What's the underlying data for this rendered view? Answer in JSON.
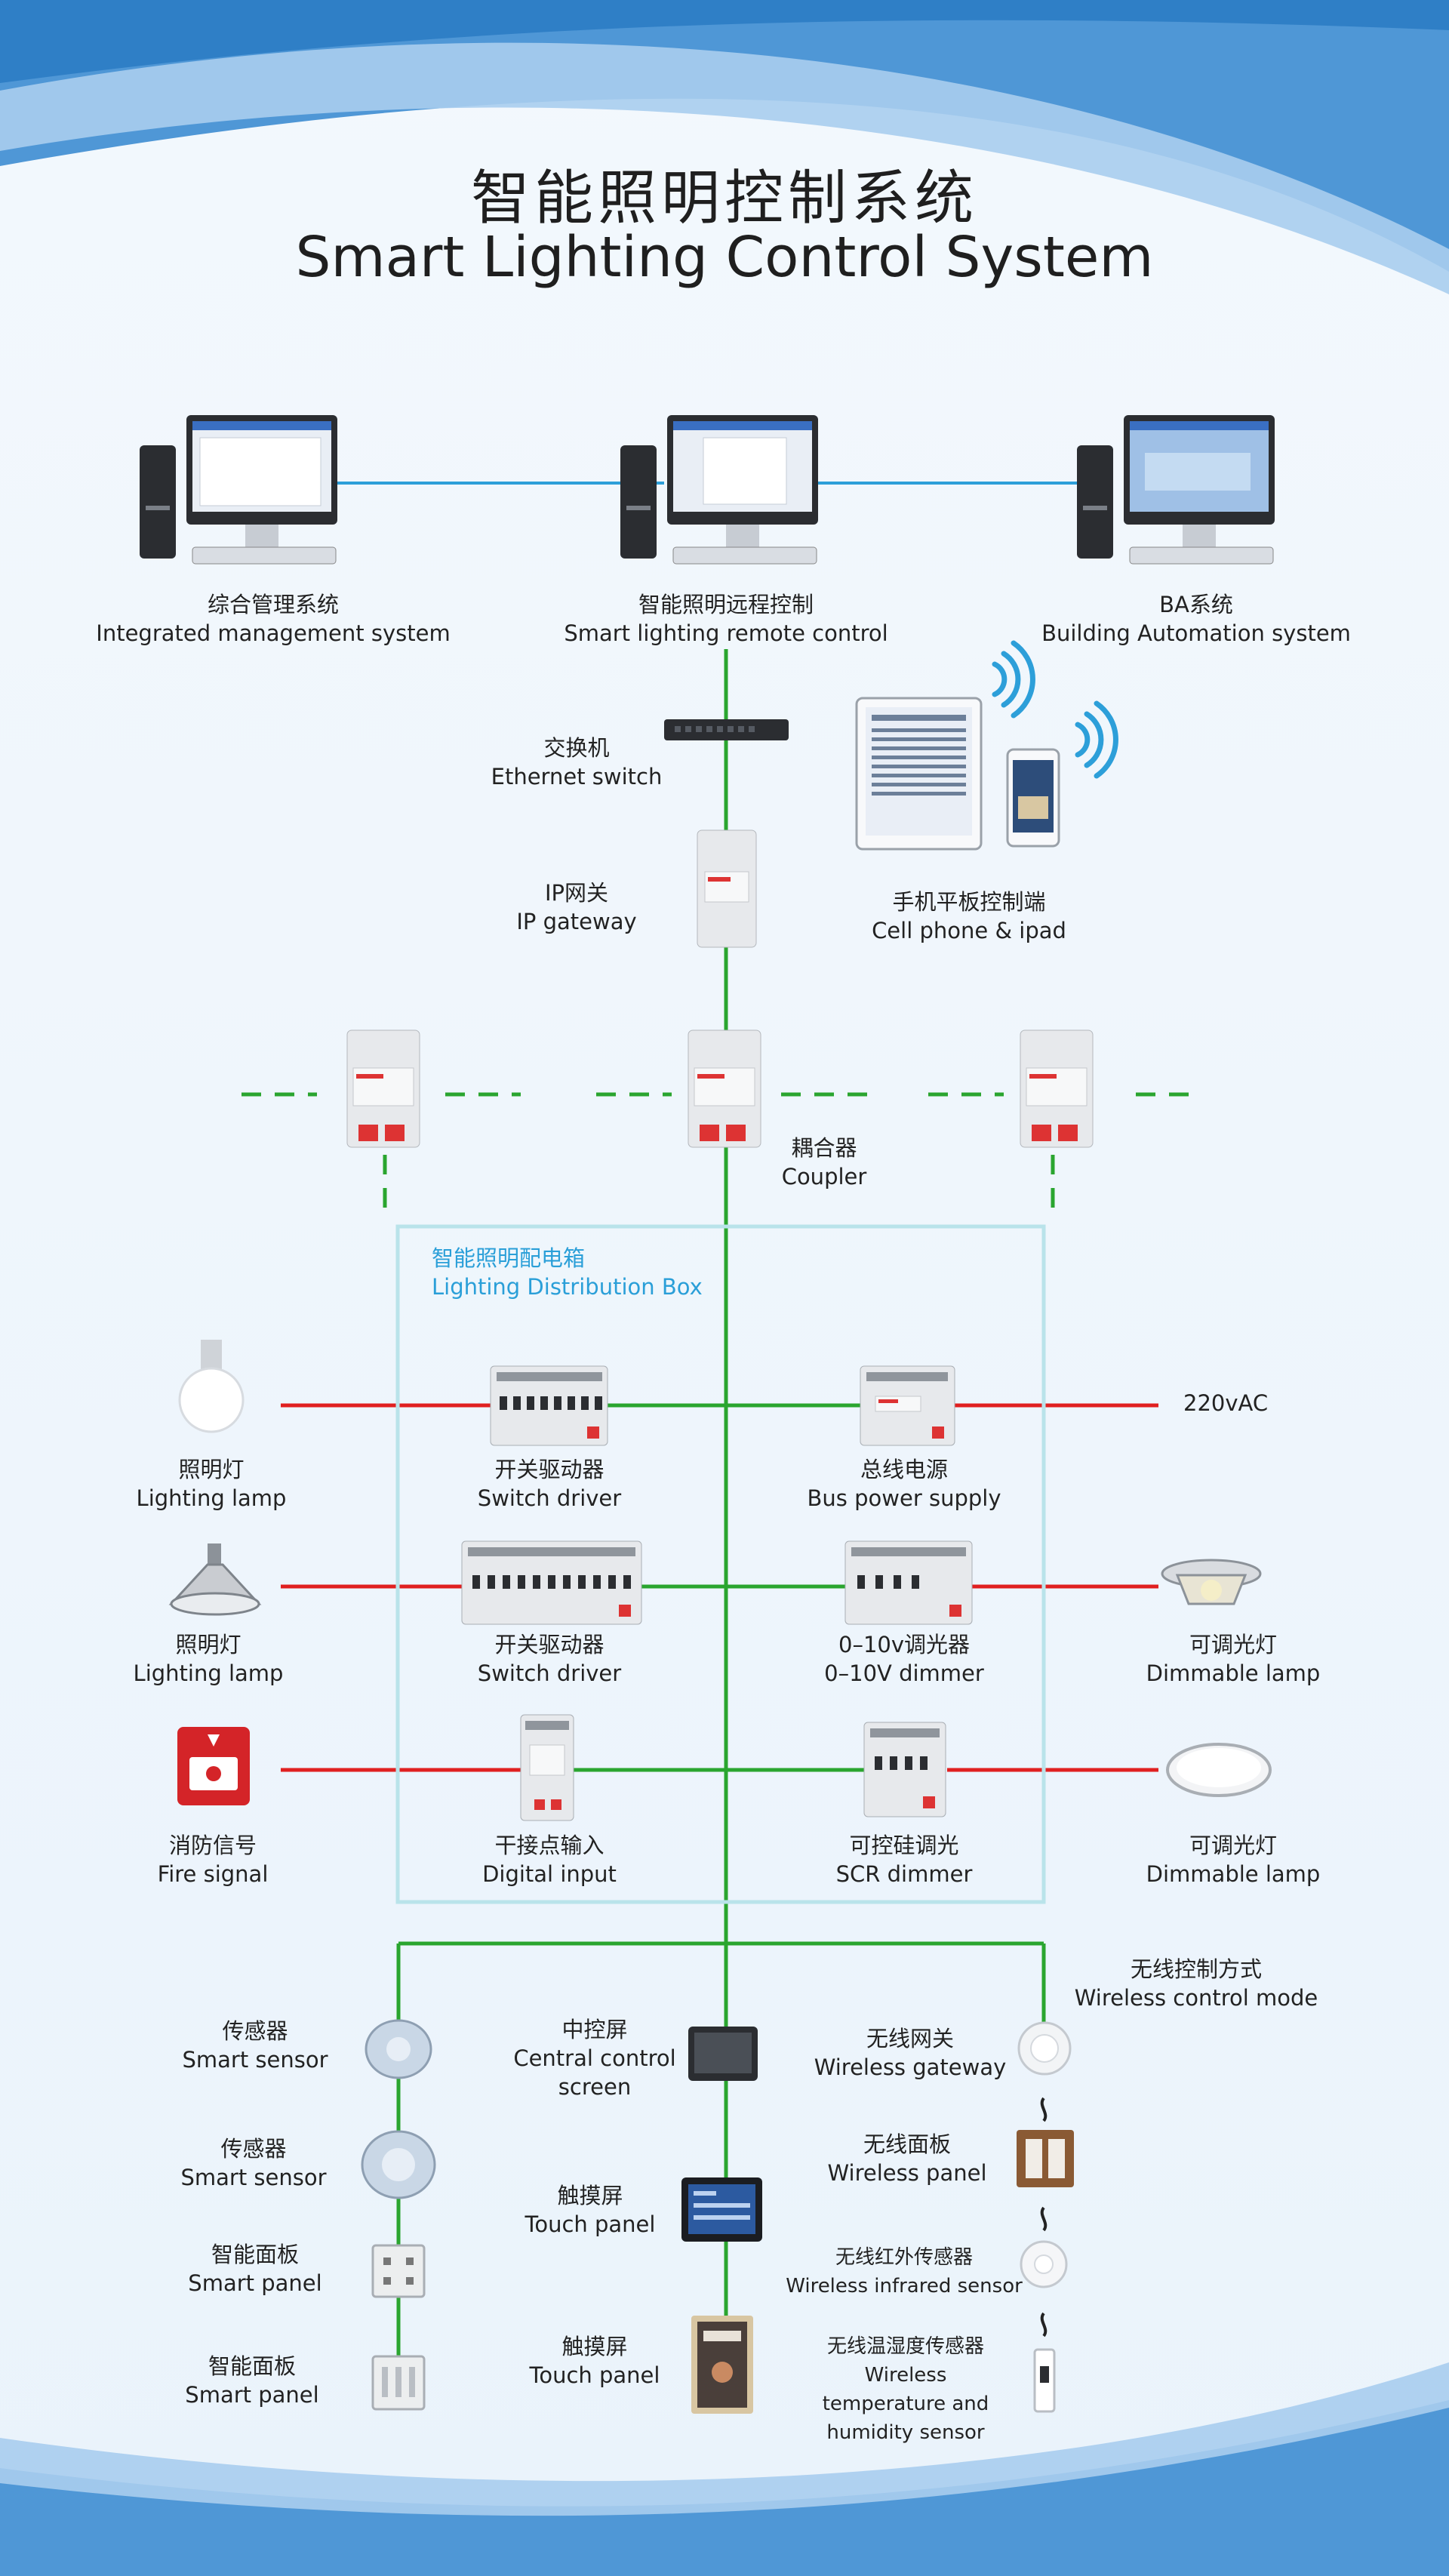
{
  "title_zh": "智能照明控制系统",
  "title_en": "Smart Lighting Control System",
  "colors": {
    "bus_line": "#2aa52f",
    "power_line": "#e02020",
    "network_line": "#2d9fd9",
    "box_border": "#b9e3ea",
    "box_title": "#2a9fd8",
    "background_light": "#eef6fc",
    "background_wave": "#3f8fd4"
  },
  "computers": [
    {
      "zh": "综合管理系统",
      "en": "Integrated management system",
      "icon": "computer-icon"
    },
    {
      "zh": "智能照明远程控制",
      "en": "Smart lighting remote control",
      "icon": "computer-icon"
    },
    {
      "zh": "BA系统",
      "en": "Building Automation system",
      "icon": "computer-icon"
    }
  ],
  "network": {
    "switch": {
      "zh": "交换机",
      "en": "Ethernet switch",
      "icon": "ethernet-switch-icon"
    },
    "gateway": {
      "zh": "IP网关",
      "en": "IP gateway",
      "icon": "din-module-icon"
    },
    "mobile": {
      "zh": "手机平板控制端",
      "en": "Cell phone & ipad",
      "icon": "tablet-phone-icon"
    },
    "coupler": {
      "zh": "耦合器",
      "en": "Coupler",
      "icon": "din-module-icon"
    }
  },
  "distribution_box": {
    "zh": "智能照明配电箱",
    "en": "Lighting Distribution Box",
    "rows": [
      {
        "left": {
          "zh": "照明灯",
          "en": "Lighting lamp",
          "icon": "bulb-icon"
        },
        "module_a": {
          "zh": "开关驱动器",
          "en": "Switch driver",
          "icon": "switch-driver-icon"
        },
        "module_b": {
          "zh": "总线电源",
          "en": "Bus power supply",
          "icon": "power-supply-icon"
        },
        "right": {
          "zh": "",
          "en": "220vAC",
          "icon": ""
        }
      },
      {
        "left": {
          "zh": "照明灯",
          "en": "Lighting lamp",
          "icon": "highbay-lamp-icon"
        },
        "module_a": {
          "zh": "开关驱动器",
          "en": "Switch driver",
          "icon": "switch-driver-icon"
        },
        "module_b": {
          "zh": "0–10v调光器",
          "en": "0–10V dimmer",
          "icon": "dimmer-icon"
        },
        "right": {
          "zh": "可调光灯",
          "en": "Dimmable lamp",
          "icon": "downlight-icon"
        }
      },
      {
        "left": {
          "zh": "消防信号",
          "en": "Fire signal",
          "icon": "fire-alarm-icon"
        },
        "module_a": {
          "zh": "干接点输入",
          "en": "Digital input",
          "icon": "digital-input-icon"
        },
        "module_b": {
          "zh": "可控硅调光",
          "en": "SCR dimmer",
          "icon": "scr-dimmer-icon"
        },
        "right": {
          "zh": "可调光灯",
          "en": "Dimmable lamp",
          "icon": "panel-light-icon"
        }
      }
    ]
  },
  "field_devices": {
    "left": [
      {
        "zh": "传感器",
        "en": "Smart sensor",
        "icon": "sensor-icon"
      },
      {
        "zh": "传感器",
        "en": "Smart sensor",
        "icon": "sensor-icon"
      },
      {
        "zh": "智能面板",
        "en": "Smart panel",
        "icon": "wall-panel-icon"
      },
      {
        "zh": "智能面板",
        "en": "Smart panel",
        "icon": "wall-panel-icon"
      }
    ],
    "center": [
      {
        "zh": "中控屏",
        "en": "Central control screen",
        "icon": "screen-icon"
      },
      {
        "zh": "触摸屏",
        "en": "Touch panel",
        "icon": "touch-panel-icon"
      },
      {
        "zh": "触摸屏",
        "en": "Touch panel",
        "icon": "touch-panel-icon"
      }
    ],
    "wireless_title": {
      "zh": "无线控制方式",
      "en": "Wireless control mode"
    },
    "wireless": [
      {
        "zh": "无线网关",
        "en": "Wireless gateway",
        "icon": "wireless-gateway-icon"
      },
      {
        "zh": "无线面板",
        "en": "Wireless panel",
        "icon": "wireless-panel-icon"
      },
      {
        "zh": "无线红外传感器",
        "en": "Wireless infrared sensor",
        "icon": "infrared-sensor-icon"
      },
      {
        "zh": "无线温湿度传感器",
        "en": "Wireless temperature and humidity sensor",
        "icon": "humidity-sensor-icon"
      }
    ]
  }
}
